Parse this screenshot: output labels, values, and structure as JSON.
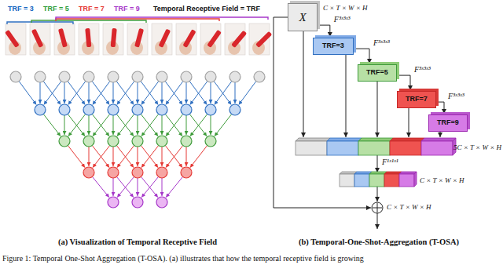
{
  "diagram": {
    "caption": "Figure 1: Temporal One-Shot Aggregation (T-OSA). (a) illustrates that how the temporal receptive field is growing",
    "nodes": [
      {
        "text": [
          "X"
        ]
      },
      {
        "text": [
          "TRF=3"
        ]
      },
      {
        "text": [
          "TRF=5"
        ]
      },
      {
        "text": [
          "TRF=7"
        ]
      },
      {
        "text": [
          "TRF=9"
        ]
      }
    ],
    "edges": [
      {
        "from": 0,
        "to": 1,
        "arrow": "to",
        "label": "F³ˣ³ˣ³"
      },
      {
        "from": 1,
        "to": 2,
        "arrow": "to",
        "label": "F³ˣ³ˣ³"
      },
      {
        "from": 2,
        "to": 3,
        "arrow": "to",
        "label": "F³ˣ³ˣ³"
      },
      {
        "from": 3,
        "to": 4,
        "arrow": "to",
        "label": "F³ˣ³ˣ³"
      }
    ],
    "labels": [
      "TRF = 3",
      "TRF = 5",
      "TRF = 7",
      "TRF = 9",
      "Temporal Receptive Field = TRF",
      "C × T × W × H",
      "5C × T × W × H",
      "F¹ˣ¹ˣ¹",
      "C × T × W × H",
      "C × T × W × H",
      "(a) Visualization of Temporal Receptive Field",
      "(b) Temporal-One-Shot-Aggregation (T-OSA)"
    ]
  }
}
